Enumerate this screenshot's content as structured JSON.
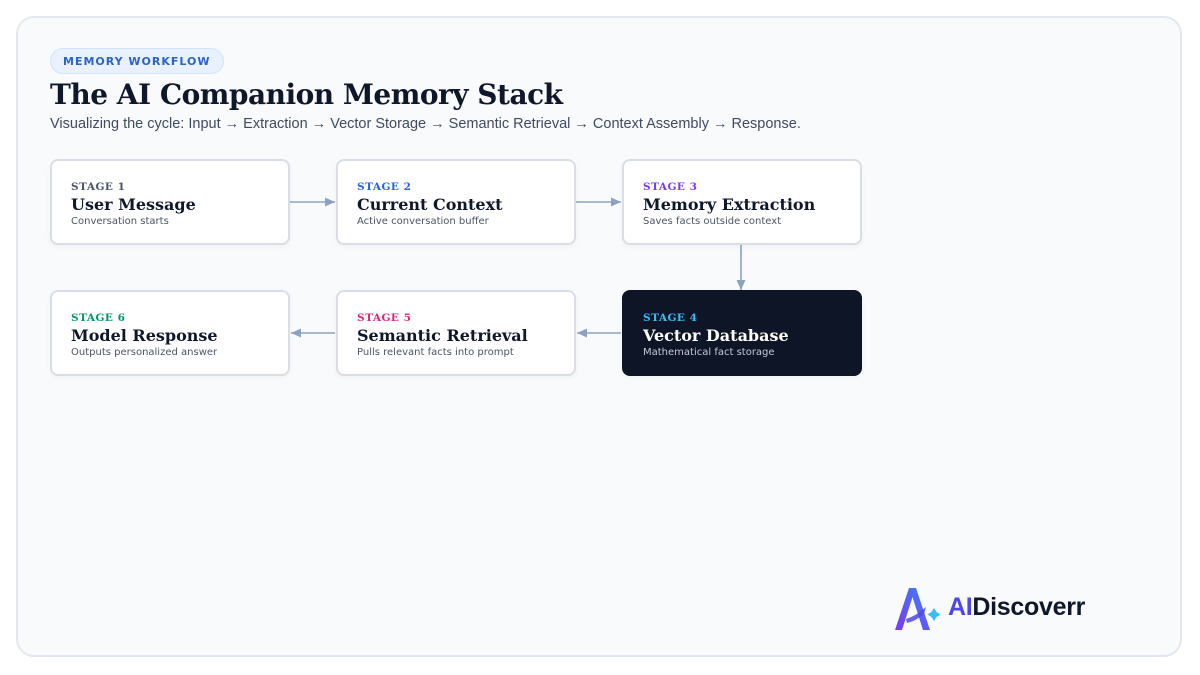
{
  "header": {
    "badge": "MEMORY WORKFLOW",
    "title": "The AI Companion Memory Stack",
    "subtitle": "Visualizing the cycle: Input → Extraction → Vector Storage → Semantic Retrieval → Context Assembly → Response."
  },
  "stages": [
    {
      "label": "STAGE 1",
      "title": "User Message",
      "desc": "Conversation starts",
      "color": "#475569"
    },
    {
      "label": "STAGE 2",
      "title": "Current Context",
      "desc": "Active conversation buffer",
      "color": "#2563eb"
    },
    {
      "label": "STAGE 3",
      "title": "Memory Extraction",
      "desc": "Saves facts outside context",
      "color": "#7c3aed"
    },
    {
      "label": "STAGE 4",
      "title": "Vector Database",
      "desc": "Mathematical fact storage",
      "color": "#38bdf8"
    },
    {
      "label": "STAGE 5",
      "title": "Semantic Retrieval",
      "desc": "Pulls relevant facts into prompt",
      "color": "#db2777"
    },
    {
      "label": "STAGE 6",
      "title": "Model Response",
      "desc": "Outputs personalized answer",
      "color": "#059669"
    }
  ],
  "brand": {
    "name_accent": "AI",
    "name_rest": "Discoverr",
    "icon": "aidiscoverr-logo-icon"
  }
}
